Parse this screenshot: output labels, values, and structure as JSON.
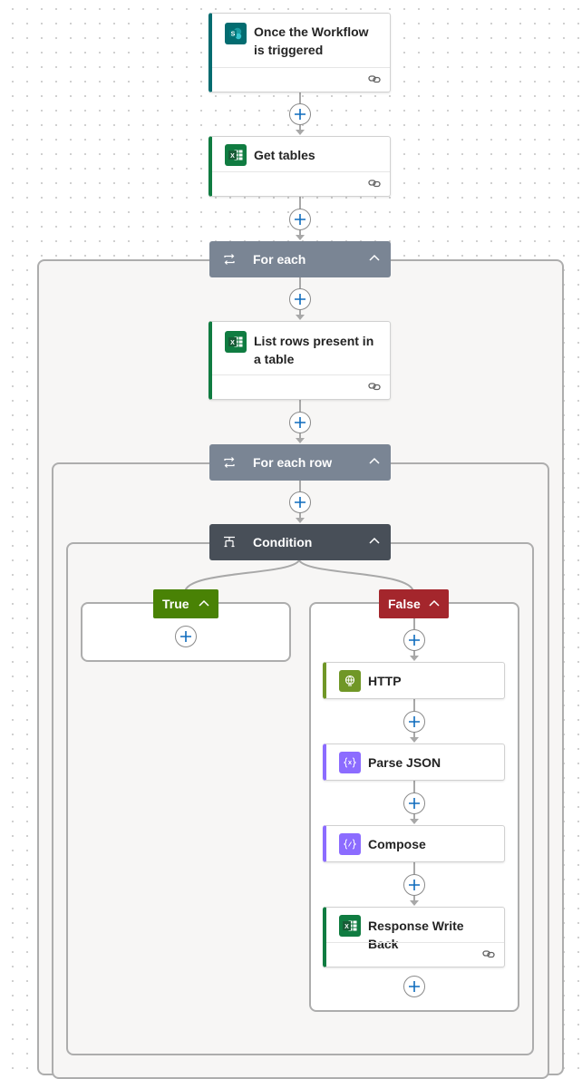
{
  "steps": {
    "trigger": {
      "title": "Once the Workflow is triggered",
      "icon": "sharepoint-icon",
      "accent": "#036c70"
    },
    "get_tables": {
      "title": "Get tables",
      "icon": "excel-icon",
      "accent": "#107c41"
    },
    "for_each": {
      "title": "For each",
      "icon": "loop-icon",
      "color": "#7a8594"
    },
    "list_rows": {
      "title": "List rows present in a table",
      "icon": "excel-icon",
      "accent": "#107c41"
    },
    "for_each_row": {
      "title": "For each row",
      "icon": "loop-icon",
      "color": "#7a8594"
    },
    "condition": {
      "title": "Condition",
      "icon": "condition-icon",
      "color": "#484f58"
    },
    "true_branch": {
      "label": "True",
      "color": "#498205"
    },
    "false_branch": {
      "label": "False",
      "color": "#a4262c"
    },
    "http": {
      "title": "HTTP",
      "icon": "globe-icon",
      "accent": "#709727"
    },
    "parse_json": {
      "title": "Parse JSON",
      "icon": "data-operation-icon",
      "accent": "#8c6cff"
    },
    "compose": {
      "title": "Compose",
      "icon": "data-operation-icon",
      "accent": "#8c6cff"
    },
    "response_write_back": {
      "title": "Response Write Back",
      "icon": "excel-icon",
      "accent": "#107c41"
    }
  }
}
